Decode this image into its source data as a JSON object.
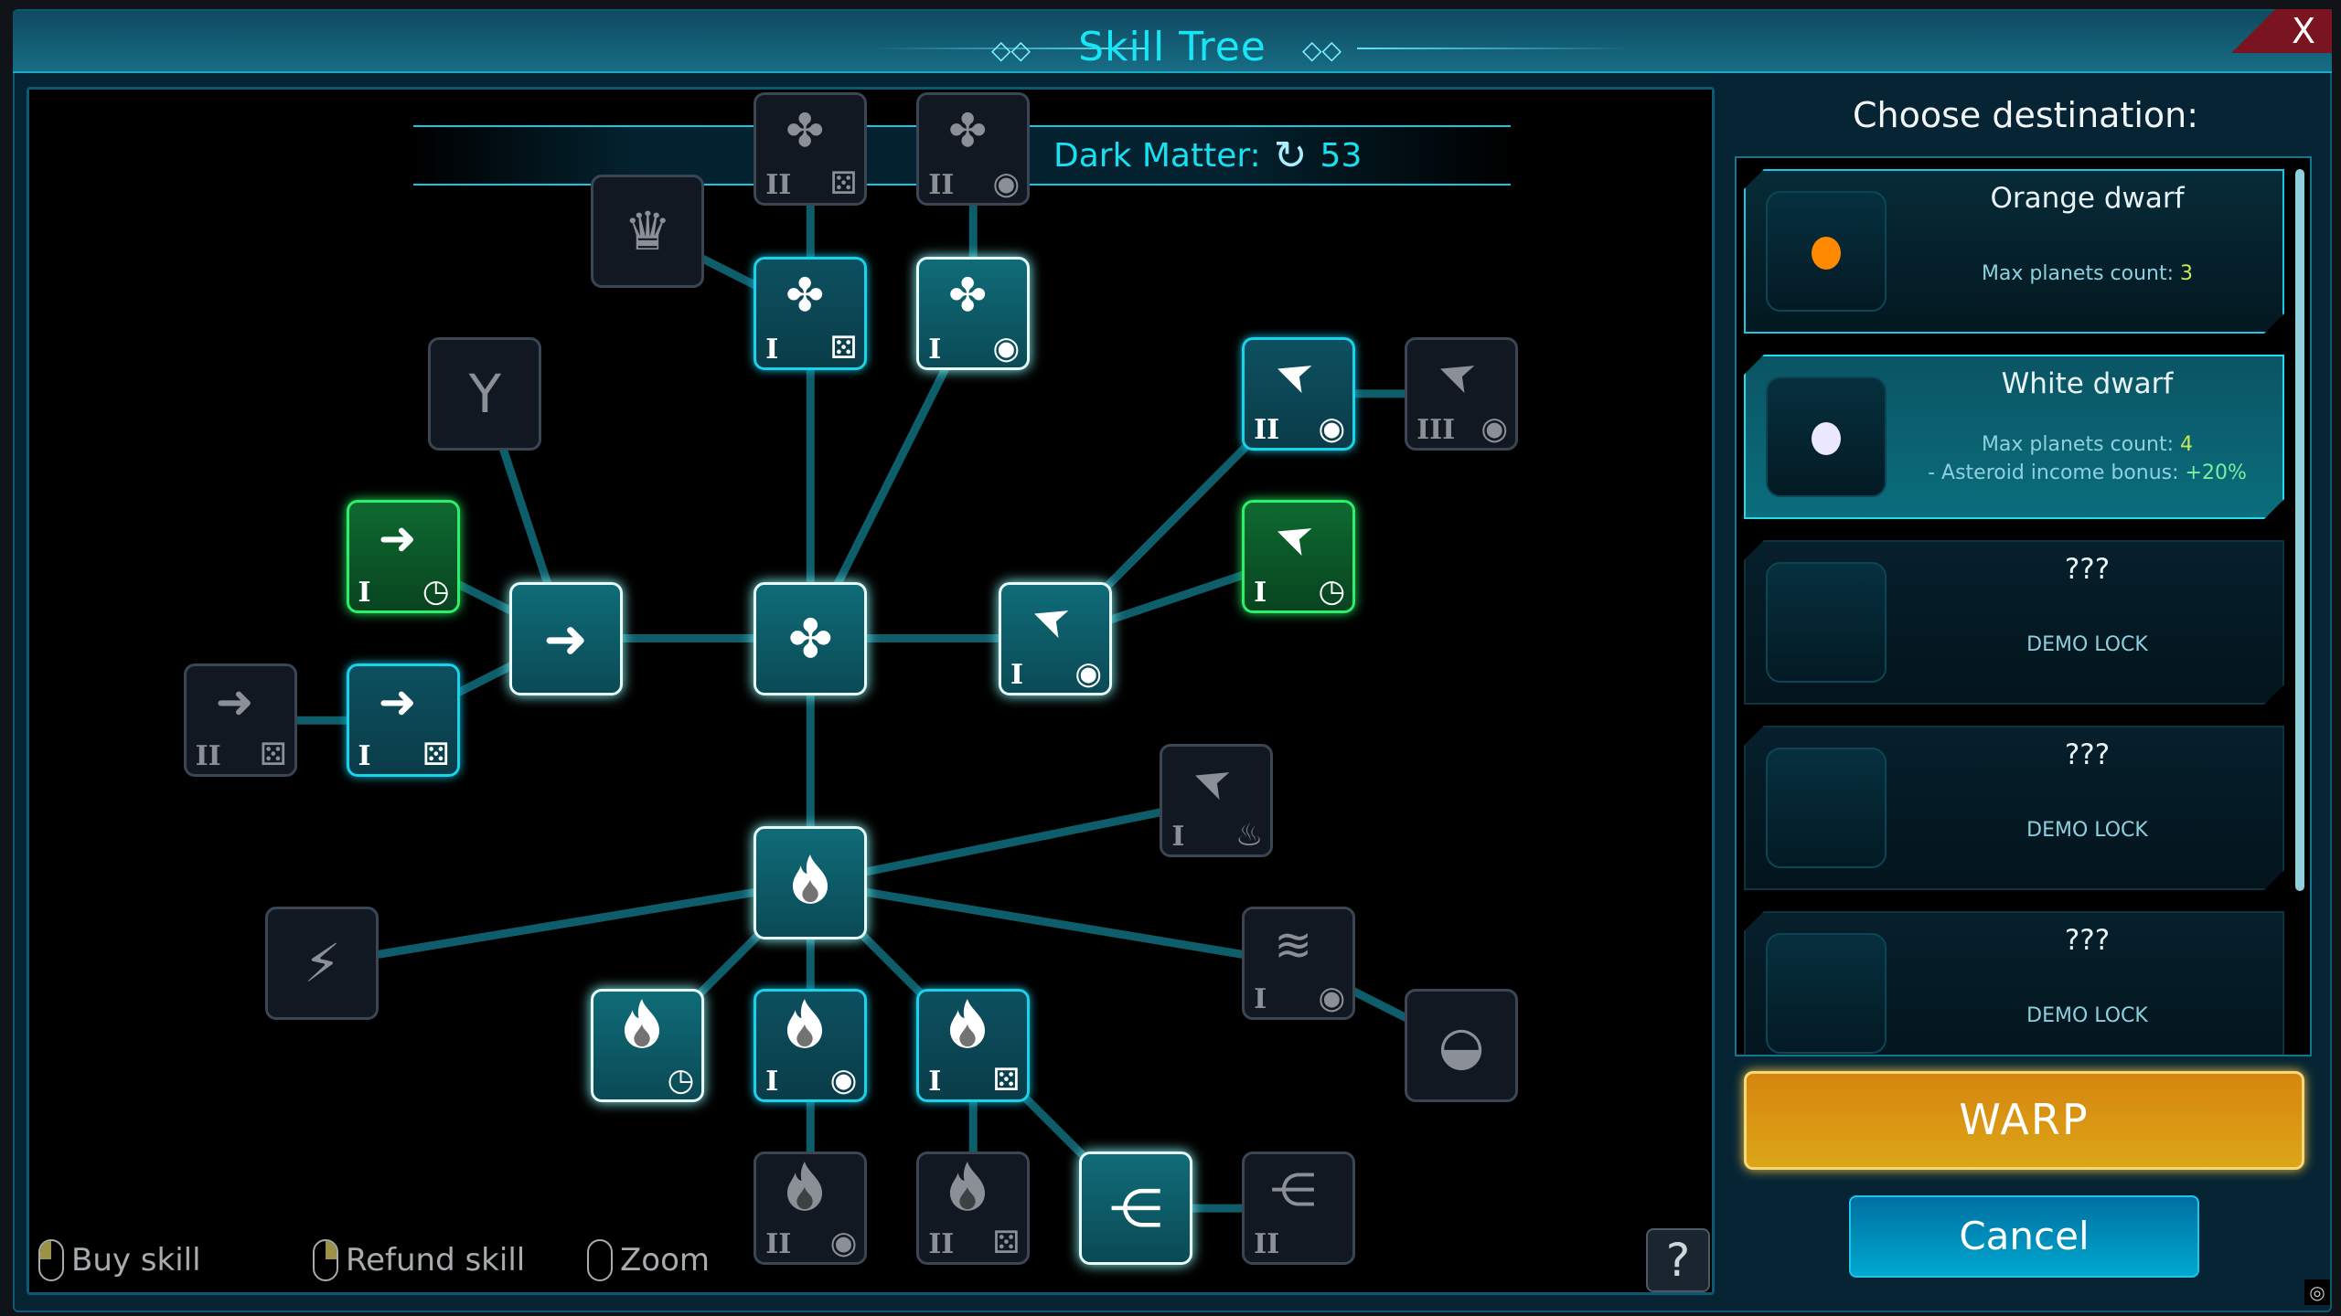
{
  "header": {
    "title": "Skill Tree",
    "close_label": "X"
  },
  "resources": {
    "label": "Dark Matter:",
    "value": "53",
    "icon": "dark-matter-icon"
  },
  "hints": [
    {
      "label": "Buy skill",
      "icon": "mouse-left-icon"
    },
    {
      "label": "Refund skill",
      "icon": "mouse-right-icon"
    },
    {
      "label": "Zoom",
      "icon": "mouse-wheel-icon"
    }
  ],
  "help_label": "?",
  "nodes": [
    {
      "state": "locked",
      "glyph": "clover",
      "tier": "II",
      "sub": "dice"
    },
    {
      "state": "locked",
      "glyph": "clover",
      "tier": "II",
      "sub": "target"
    },
    {
      "state": "locked",
      "glyph": "crown",
      "tier": "",
      "sub": ""
    },
    {
      "state": "active",
      "glyph": "clover",
      "tier": "I",
      "sub": "dice"
    },
    {
      "state": "selected",
      "glyph": "clover",
      "tier": "I",
      "sub": "target"
    },
    {
      "state": "locked",
      "glyph": "fork",
      "tier": "",
      "sub": ""
    },
    {
      "state": "active",
      "glyph": "cursor",
      "tier": "II",
      "sub": "target"
    },
    {
      "state": "locked",
      "glyph": "cursor",
      "tier": "III",
      "sub": "target"
    },
    {
      "state": "green",
      "glyph": "arrow",
      "tier": "I",
      "sub": "clock"
    },
    {
      "state": "selected",
      "glyph": "arrow",
      "tier": "",
      "sub": ""
    },
    {
      "state": "selected",
      "glyph": "clover",
      "tier": "",
      "sub": ""
    },
    {
      "state": "selected",
      "glyph": "cursor",
      "tier": "I",
      "sub": "target"
    },
    {
      "state": "green",
      "glyph": "cursor",
      "tier": "I",
      "sub": "clock"
    },
    {
      "state": "locked",
      "glyph": "arrow",
      "tier": "II",
      "sub": "dice"
    },
    {
      "state": "active",
      "glyph": "arrow",
      "tier": "I",
      "sub": "dice"
    },
    {
      "state": "locked",
      "glyph": "cursor",
      "tier": "I",
      "sub": "fire"
    },
    {
      "state": "selected",
      "glyph": "fire",
      "tier": "",
      "sub": ""
    },
    {
      "state": "locked",
      "glyph": "lightning",
      "tier": "",
      "sub": ""
    },
    {
      "state": "locked",
      "glyph": "wind",
      "tier": "I",
      "sub": "target"
    },
    {
      "state": "locked",
      "glyph": "planet-fire",
      "tier": "",
      "sub": ""
    },
    {
      "state": "selected",
      "glyph": "fire",
      "tier": "",
      "sub": "clock"
    },
    {
      "state": "active",
      "glyph": "fire",
      "tier": "I",
      "sub": "target"
    },
    {
      "state": "active",
      "glyph": "fire",
      "tier": "I",
      "sub": "dice"
    },
    {
      "state": "locked",
      "glyph": "fire",
      "tier": "II",
      "sub": "target"
    },
    {
      "state": "locked",
      "glyph": "fire",
      "tier": "II",
      "sub": "dice"
    },
    {
      "state": "selected",
      "glyph": "fire-spread",
      "tier": "",
      "sub": ""
    },
    {
      "state": "locked",
      "glyph": "fire-spread",
      "tier": "II",
      "sub": ""
    }
  ],
  "links": [
    [
      0,
      3
    ],
    [
      1,
      4
    ],
    [
      2,
      3
    ],
    [
      3,
      10
    ],
    [
      4,
      10
    ],
    [
      5,
      9
    ],
    [
      8,
      9
    ],
    [
      14,
      9
    ],
    [
      13,
      14
    ],
    [
      9,
      10
    ],
    [
      10,
      11
    ],
    [
      11,
      6
    ],
    [
      6,
      7
    ],
    [
      11,
      12
    ],
    [
      10,
      16
    ],
    [
      16,
      15
    ],
    [
      16,
      17
    ],
    [
      16,
      18
    ],
    [
      18,
      19
    ],
    [
      16,
      20
    ],
    [
      16,
      21
    ],
    [
      16,
      22
    ],
    [
      22,
      25
    ],
    [
      25,
      26
    ],
    [
      21,
      23
    ],
    [
      22,
      24
    ]
  ],
  "destination": {
    "title": "Choose destination:",
    "options": [
      {
        "name": "Orange dwarf",
        "state": "avail",
        "star_color": "#ff8a00",
        "lines": [
          {
            "label": "Max planets count: ",
            "value": "3",
            "value_color": "#c8e858"
          }
        ]
      },
      {
        "name": "White dwarf",
        "state": "chosen",
        "star_color": "#ece8ff",
        "lines": [
          {
            "label": "Max planets count: ",
            "value": "4",
            "value_color": "#c8e858"
          },
          {
            "label": "- Asteroid income bonus: ",
            "value": "+20%",
            "value_color": "#78f0a0"
          }
        ]
      },
      {
        "name": "???",
        "state": "locked",
        "lines": [
          {
            "label": "DEMO LOCK",
            "value": ""
          }
        ]
      },
      {
        "name": "???",
        "state": "locked",
        "lines": [
          {
            "label": "DEMO LOCK",
            "value": ""
          }
        ]
      },
      {
        "name": "???",
        "state": "locked",
        "lines": [
          {
            "label": "DEMO LOCK",
            "value": ""
          }
        ]
      }
    ],
    "warp_label": "WARP",
    "cancel_label": "Cancel"
  }
}
